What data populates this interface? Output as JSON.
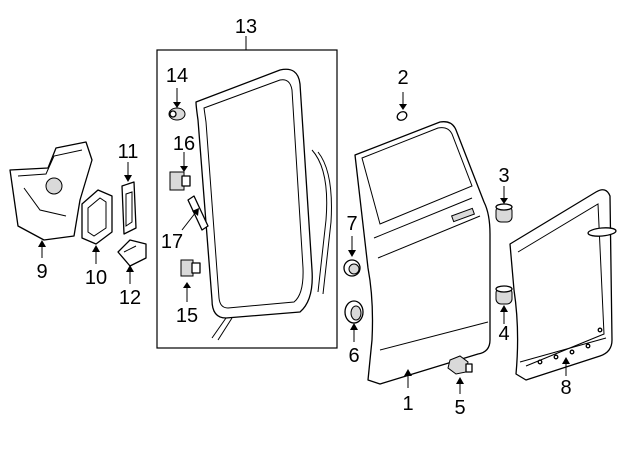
{
  "callouts": [
    {
      "id": "1",
      "label": "1"
    },
    {
      "id": "2",
      "label": "2"
    },
    {
      "id": "3",
      "label": "3"
    },
    {
      "id": "4",
      "label": "4"
    },
    {
      "id": "5",
      "label": "5"
    },
    {
      "id": "6",
      "label": "6"
    },
    {
      "id": "7",
      "label": "7"
    },
    {
      "id": "8",
      "label": "8"
    },
    {
      "id": "9",
      "label": "9"
    },
    {
      "id": "10",
      "label": "10"
    },
    {
      "id": "11",
      "label": "11"
    },
    {
      "id": "12",
      "label": "12"
    },
    {
      "id": "13",
      "label": "13"
    },
    {
      "id": "14",
      "label": "14"
    },
    {
      "id": "15",
      "label": "15"
    },
    {
      "id": "16",
      "label": "16"
    },
    {
      "id": "17",
      "label": "17"
    }
  ],
  "colors": {
    "line": "#000000",
    "background": "#ffffff",
    "shade": "#d9d9d9"
  }
}
